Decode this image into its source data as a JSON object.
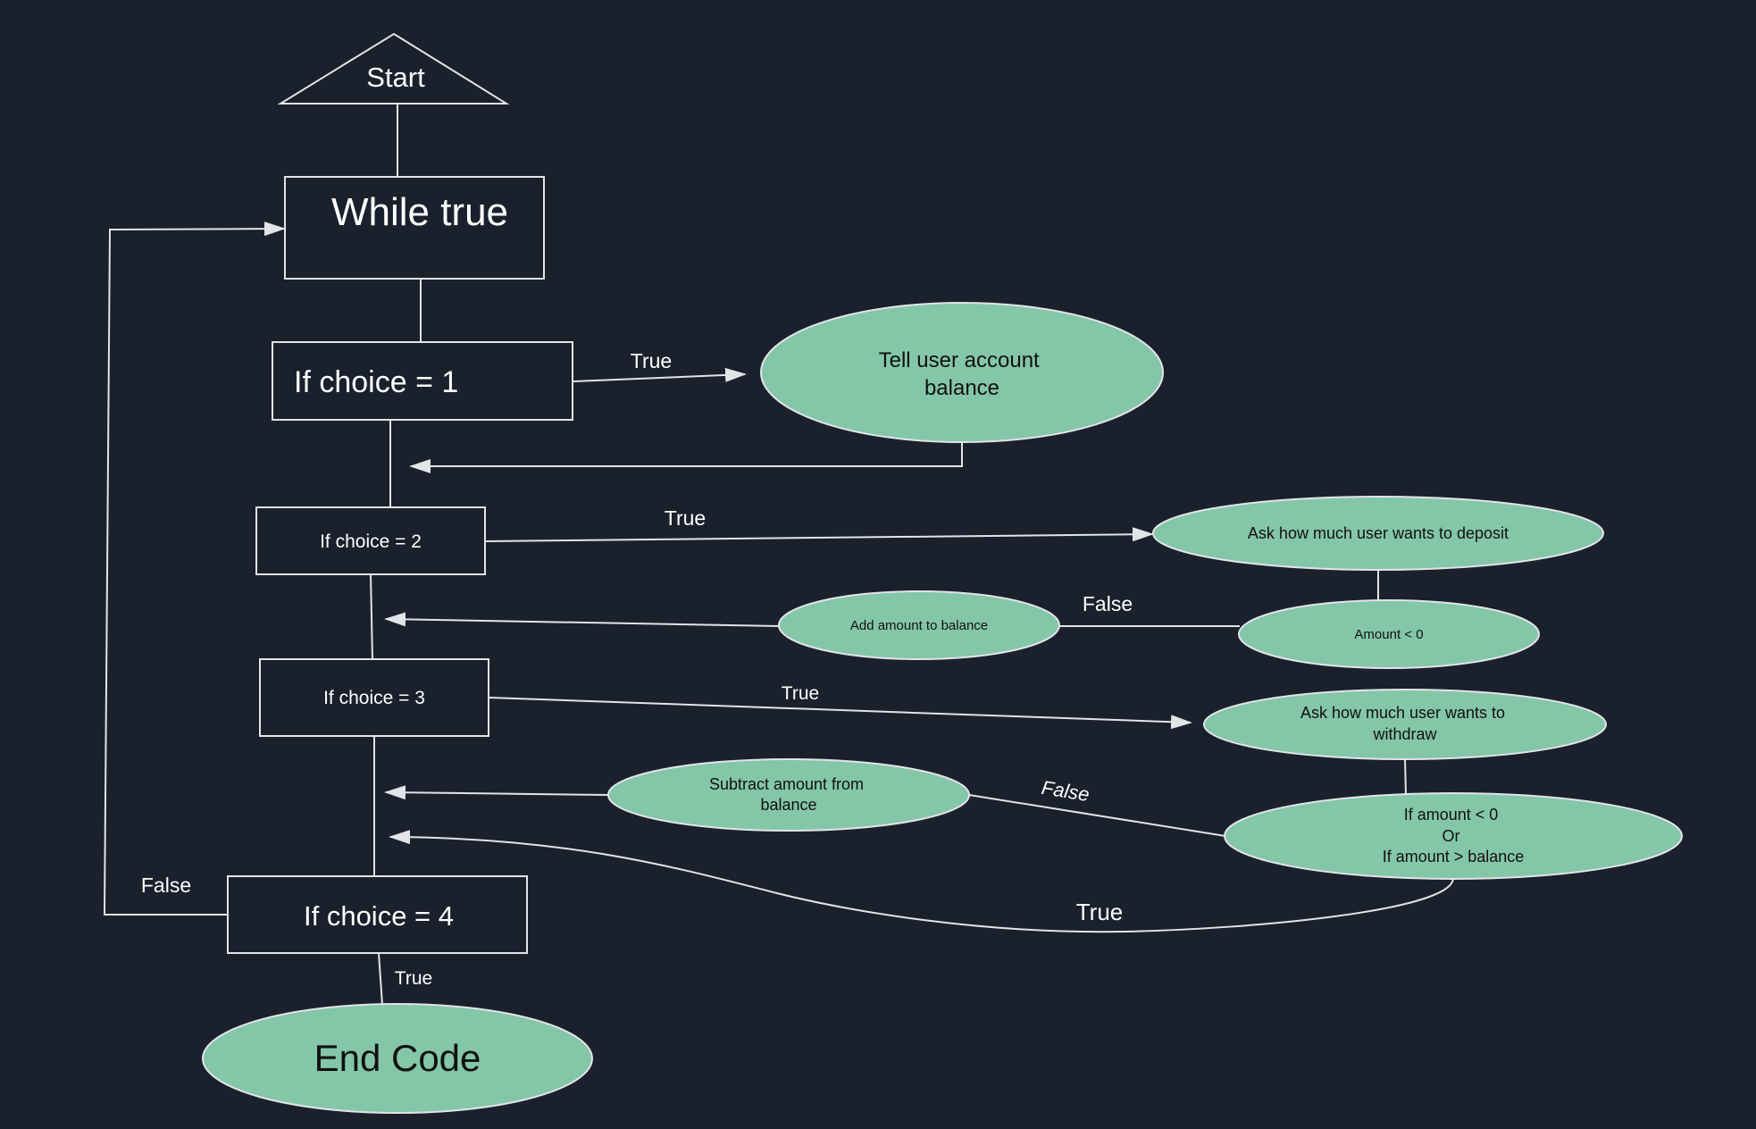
{
  "colors": {
    "background": "#1b202d",
    "stroke": "#e2e4e8",
    "node_fill_dark": "#1b202d",
    "node_fill_green": "#84c6a8",
    "text_light": "#ffffff",
    "text_dark": "#111111"
  },
  "nodes": {
    "start": "Start",
    "while_true": "While true",
    "if_choice_1": "If choice = 1",
    "tell_balance": [
      "Tell user account",
      "balance"
    ],
    "if_choice_2": "If choice = 2",
    "ask_deposit": "Ask how much user wants to deposit",
    "amount_lt_0": "Amount < 0",
    "add_to_balance": "Add amount to balance",
    "if_choice_3": "If choice = 3",
    "ask_withdraw": [
      "Ask how much user wants to",
      "withdraw"
    ],
    "withdraw_check": [
      "If amount < 0",
      "Or",
      "If amount > balance"
    ],
    "subtract_from_balance": [
      "Subtract amount from",
      "balance"
    ],
    "if_choice_4": "If choice = 4",
    "end_code": "End Code"
  },
  "edge_labels": {
    "choice1_true": "True",
    "choice2_true": "True",
    "deposit_false": "False",
    "choice3_true": "True",
    "withdraw_false": "False",
    "withdraw_true": "True",
    "choice4_false": "False",
    "choice4_true": "True"
  }
}
